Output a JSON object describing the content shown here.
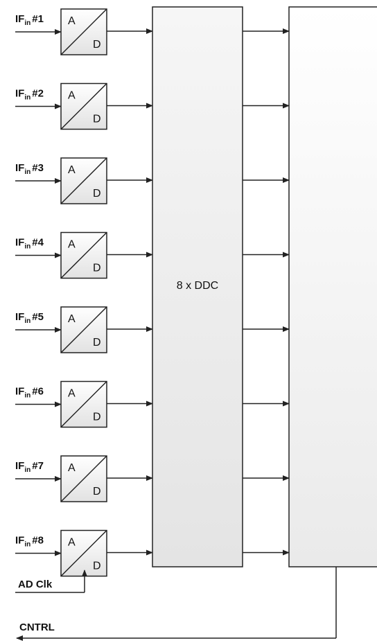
{
  "channels": [
    {
      "prefix": "IF",
      "sub": "in",
      "num": "#1"
    },
    {
      "prefix": "IF",
      "sub": "in",
      "num": "#2"
    },
    {
      "prefix": "IF",
      "sub": "in",
      "num": "#3"
    },
    {
      "prefix": "IF",
      "sub": "in",
      "num": "#4"
    },
    {
      "prefix": "IF",
      "sub": "in",
      "num": "#5"
    },
    {
      "prefix": "IF",
      "sub": "in",
      "num": "#6"
    },
    {
      "prefix": "IF",
      "sub": "in",
      "num": "#7"
    },
    {
      "prefix": "IF",
      "sub": "in",
      "num": "#8"
    }
  ],
  "adc": {
    "top_letter": "A",
    "bottom_letter": "D"
  },
  "ddc_block": {
    "label": "8 x DDC"
  },
  "clock": {
    "label": "AD Clk"
  },
  "control": {
    "label": "CNTRL"
  },
  "colors": {
    "line": "#222222",
    "adc_fill_top": "#ffffff",
    "adc_fill_bottom": "#e2e2e2",
    "ddc_fill_top": "#f6f6f6",
    "ddc_fill_bottom": "#e4e4e4",
    "right_fill_top": "#ffffff",
    "right_fill_bottom": "#eaeaea"
  }
}
